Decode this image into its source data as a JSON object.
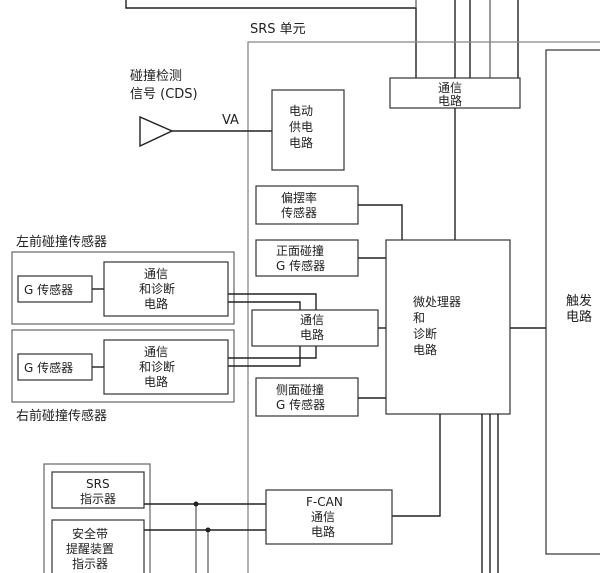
{
  "unit_label": "SRS 单元",
  "cds_signal": [
    "碰撞检测",
    "信号 (CDS)"
  ],
  "va_label": "VA",
  "blocks": {
    "comm_top": [
      "通信",
      "电路"
    ],
    "power": [
      "电动",
      "供电",
      "电路"
    ],
    "yaw": [
      "偏摆率",
      "传感器"
    ],
    "front_g": [
      "正面碰撞",
      "G 传感器"
    ],
    "comm_mid": [
      "通信",
      "电路"
    ],
    "side_g": [
      "侧面碰撞",
      "G 传感器"
    ],
    "mcu": [
      "微处理器",
      "和",
      "诊断",
      "电路"
    ],
    "fcan": [
      "F-CAN",
      "通信",
      "电路"
    ],
    "trigger": [
      "触发",
      "电路"
    ]
  },
  "left_front_sensor": {
    "title": "左前碰撞传感器",
    "g_sensor": "G 传感器",
    "comm": [
      "通信",
      "和诊断",
      "电路"
    ]
  },
  "right_front_sensor": {
    "title": "右前碰撞传感器",
    "g_sensor": "G 传感器",
    "comm": [
      "通信",
      "和诊断",
      "电路"
    ]
  },
  "indicators": {
    "srs": [
      "SRS",
      "指示器"
    ],
    "seatbelt": [
      "安全带",
      "提醒装置",
      "指示器"
    ]
  }
}
